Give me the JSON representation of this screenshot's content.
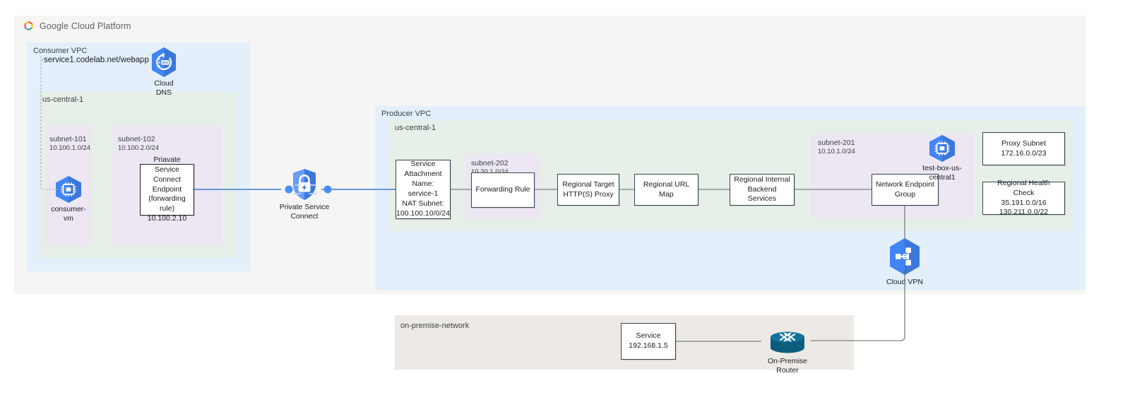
{
  "header": {
    "brand": "Google Cloud Platform",
    "logo_icon": "google-cloud-logo-icon"
  },
  "consumer_vpc": {
    "label": "Consumer VPC",
    "dns_record": "service1.codelab.net/webapp",
    "cloud_dns": {
      "label": "Cloud\nDNS",
      "icon": "cloud-dns-icon"
    },
    "region": {
      "label": "us-central-1"
    },
    "subnets": [
      {
        "name": "subnet-101",
        "cidr": "10.100.1.0/24"
      },
      {
        "name": "subnet-102",
        "cidr": "10.100.2.0/24"
      }
    ],
    "consumer_vm": {
      "label": "consumer-vm",
      "icon": "compute-engine-vm-icon"
    },
    "psc_endpoint": {
      "text": "Priavate Service\nConnect Endpoint\n(forwarding rule)\n10.100.2.10"
    }
  },
  "private_service_connect": {
    "label": "Private Service Connect",
    "icon": "private-service-connect-shield-icon"
  },
  "producer_vpc": {
    "label": "Producer VPC",
    "region": {
      "label": "us-central-1"
    },
    "service_attachment": {
      "line1": "Service",
      "line2": "Attachment",
      "line3": "Name: service-1",
      "line4": "NAT Subnet:",
      "line5": "100.100.10/0/24"
    },
    "subnet_202": {
      "name": "subnet-202",
      "cidr": "10.20.1.0/24"
    },
    "subnet_201": {
      "name": "subnet-201",
      "cidr": "10.10.1.0/24"
    },
    "chain": [
      {
        "id": "forwarding-rule",
        "text": "Forwarding Rule"
      },
      {
        "id": "regional-target-proxy",
        "text": "Regional Target\nHTTP(S) Proxy"
      },
      {
        "id": "regional-url-map",
        "text": "Regional URL Map"
      },
      {
        "id": "regional-backend-services",
        "text": "Regional Internal\nBackend Services"
      },
      {
        "id": "network-endpoint-group",
        "text": "Network Endpoint\nGroup"
      }
    ],
    "test_box": {
      "label": "test-box-us-central1",
      "icon": "compute-engine-vm-icon"
    },
    "proxy_subnet": {
      "title": "Proxy Subnet",
      "cidr": "172.16.0.0/23"
    },
    "health_check": {
      "title": "Regional Health Check",
      "cidr1": "35.191.0.0/16",
      "cidr2": "130.211.0.0/22"
    },
    "cloud_vpn": {
      "label": "Cloud VPN",
      "icon": "cloud-vpn-icon"
    }
  },
  "on_premise": {
    "label": "on-premise-network",
    "service": {
      "line1": "Service",
      "line2": "192.168.1.5"
    },
    "router": {
      "label": "On-Premise Router",
      "icon": "router-icon"
    }
  },
  "colors": {
    "vpc_blue": "#e3f0fb",
    "region_green": "#e6f0e8",
    "subnet_purple": "#ece7f3",
    "onprem_beige": "#edeae6",
    "shell_gray": "#f5f5f4",
    "gcp_blue": "#4285f4",
    "link_blue": "#3b78d8",
    "wire_gray": "#5f6b62",
    "router_teal": "#10698c"
  }
}
